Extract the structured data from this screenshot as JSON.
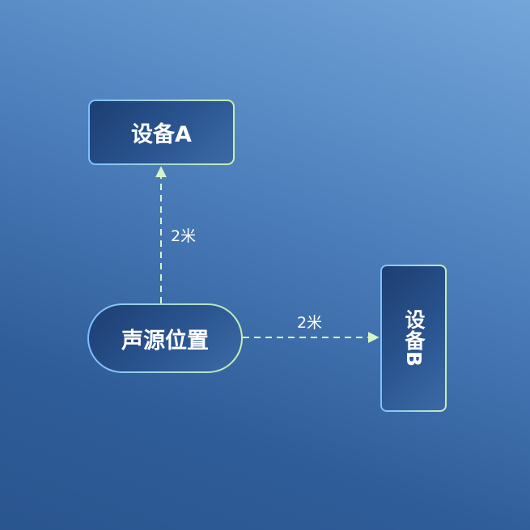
{
  "nodes": {
    "device_a": "设备A",
    "sound_source": "声源位置",
    "device_b": "设备B"
  },
  "edges": {
    "source_to_a": "2米",
    "source_to_b": "2米"
  },
  "colors": {
    "arrow": "#d6f5c6",
    "node_border_start": "#7cc0ff",
    "node_border_end": "#c8f0b0"
  }
}
